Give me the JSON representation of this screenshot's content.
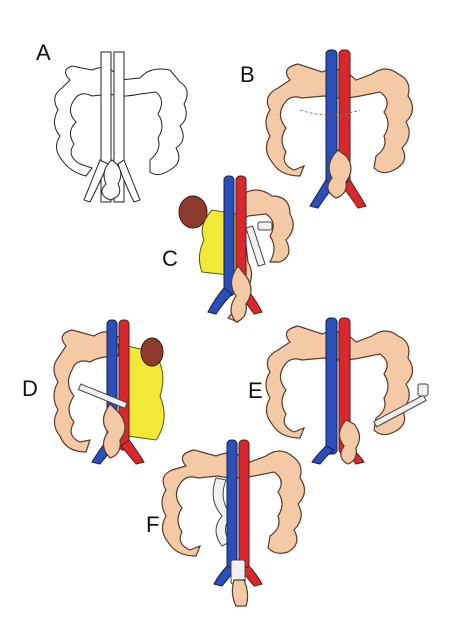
{
  "panels": [
    {
      "id": "A",
      "label": "A"
    },
    {
      "id": "B",
      "label": "B"
    },
    {
      "id": "C",
      "label": "C"
    },
    {
      "id": "D",
      "label": "D"
    },
    {
      "id": "E",
      "label": "E"
    },
    {
      "id": "F",
      "label": "F"
    }
  ],
  "colors": {
    "colon": "#f3c9a6",
    "artery": "#d8282d",
    "vein": "#2a4fb8",
    "kidney": "#8f3a2e",
    "mesocolon_fat": "#f1e838",
    "instrument": "#f0f0f0"
  }
}
